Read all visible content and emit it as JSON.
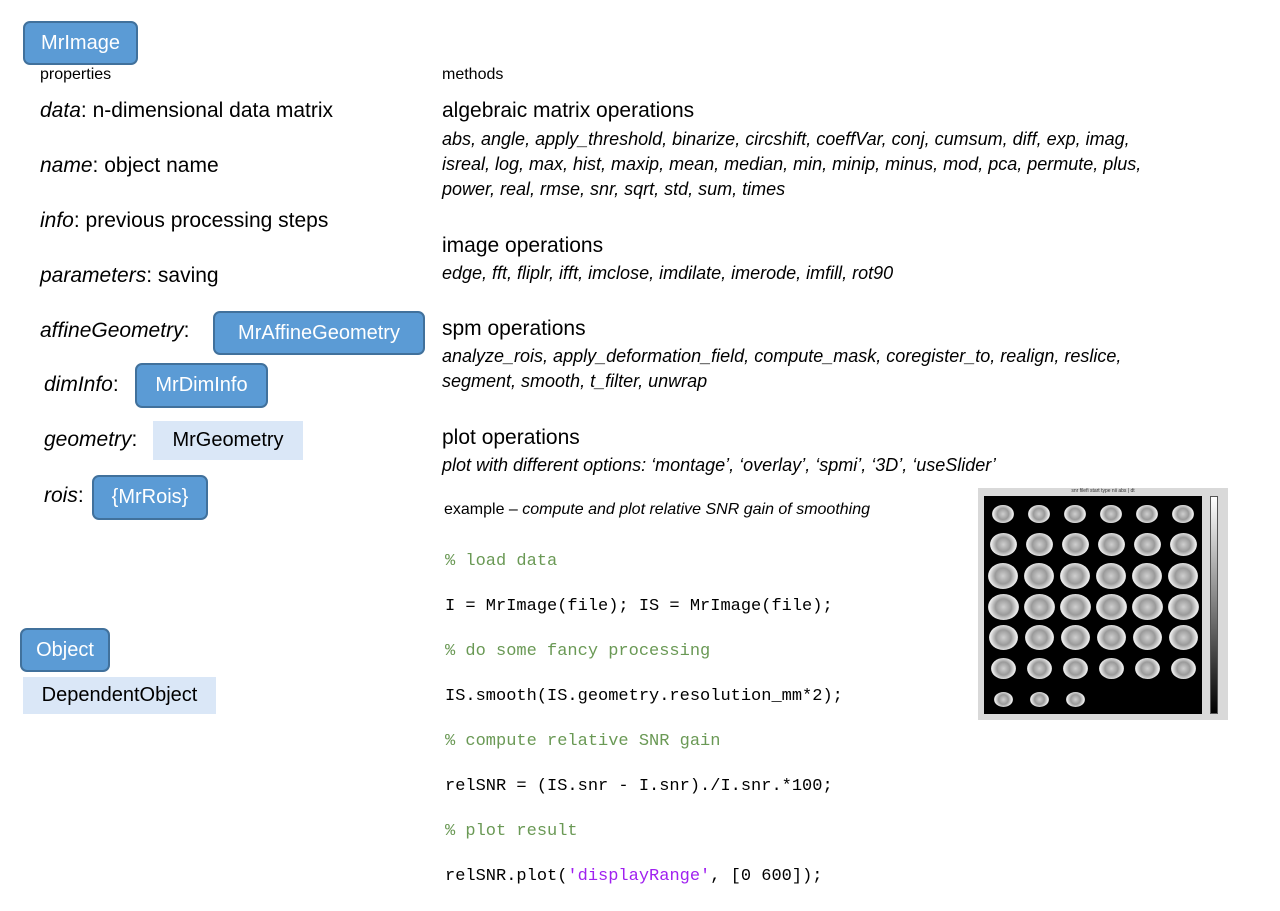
{
  "class_boxes": {
    "main": "MrImage",
    "object": "Object",
    "dependent": "DependentObject"
  },
  "properties": {
    "heading": "properties",
    "items": [
      {
        "key": "data",
        "sep": ":",
        "desc": "n-dimensional data matrix"
      },
      {
        "key": "name",
        "sep": ":",
        "desc": "object name"
      },
      {
        "key": "info",
        "sep": ":",
        "desc": "previous processing steps"
      },
      {
        "key": "parameters",
        "sep": ":",
        "desc": "saving"
      },
      {
        "key": "affineGeometry",
        "sep": ":",
        "box": "MrAffineGeometry"
      },
      {
        "key": "dimInfo",
        "sep": ":",
        "box": "MrDimInfo"
      },
      {
        "key": "geometry",
        "sep": ":",
        "box": "MrGeometry"
      },
      {
        "key": "rois",
        "sep": ":",
        "box": "{MrRois}"
      }
    ]
  },
  "methods": {
    "heading": "methods",
    "categories": [
      {
        "title": "algebraic matrix operations",
        "items": "abs, angle, apply_threshold, binarize, circshift, coeffVar, conj, cumsum, diff, exp, imag, isreal, log, max, hist, maxip, mean, median, min, minip, minus, mod, pca, permute, plus, power, real, rmse, snr, sqrt, std, sum, times"
      },
      {
        "title": "image operations",
        "items": "edge, fft, fliplr, ifft, imclose, imdilate, imerode, imfill, rot90"
      },
      {
        "title": "spm operations",
        "items": "analyze_rois, apply_deformation_field, compute_mask, coregister_to, realign, reslice, segment, smooth, t_filter, unwrap"
      },
      {
        "title": "plot operations",
        "items": "plot with different options: ‘montage’, ‘overlay’, ‘spmi’, ‘3D’, ‘useSlider’"
      }
    ]
  },
  "example": {
    "caption_prefix": "example – ",
    "caption_italic": "compute and plot relative SNR gain of smoothing",
    "code": [
      {
        "type": "comment",
        "text": "% load data"
      },
      {
        "type": "code",
        "text": "I = MrImage(file); IS = MrImage(file);"
      },
      {
        "type": "comment",
        "text": "% do some fancy processing"
      },
      {
        "type": "code",
        "text": "IS.smooth(IS.geometry.resolution_mm*2);"
      },
      {
        "type": "comment",
        "text": "% compute relative SNR gain"
      },
      {
        "type": "code",
        "text": "relSNR = (IS.snr - I.snr)./I.snr.*100;"
      },
      {
        "type": "comment",
        "text": "% plot result"
      },
      {
        "type": "mixed",
        "before": "relSNR.plot(",
        "string": "'displayRange'",
        "after": ", [0 600]);"
      }
    ]
  },
  "montage": {
    "title": "snr filefi start type nii abs | dt",
    "rows": [
      6,
      6,
      6,
      6,
      6,
      6,
      3
    ]
  }
}
